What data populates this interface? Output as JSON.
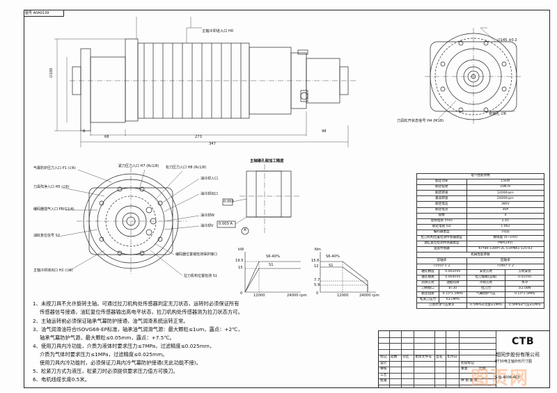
{
  "header": {
    "corner_label": "图号 A0A0139"
  },
  "top_callouts": {
    "top_port": "主轴冷却进入口 H0",
    "bottom_port": "刀具松开状态信号 H4 (M18)",
    "right_label_1": "∅145 ±0.2",
    "right_label_2": "安装孔 ∅6"
  },
  "dimensions": [
    "347",
    "273",
    "68",
    "98",
    "8",
    "∅100"
  ],
  "front_view_labels": [
    "气幕防护压力入口 P1 (∅6)",
    "刀具吹净入口 H5 (∅6)",
    "编码器插气入口 P8(G1/4)",
    "油缸复位信号 S2",
    "主轴冷却液出口 H2 (∅6)",
    "紧刀压力入口 H7 (Rc1/8)",
    "松刀压力入口 H8 (Rc1/8)",
    "油冷却入口",
    "油冷却出口",
    "油冷却W",
    "油冷却V",
    "编码器位置或检测保护接口",
    "拉刀机构位置检测 S1"
  ],
  "section_title": "主轴锥孔部加工精度",
  "section_labels": [
    "A",
    "0.003",
    "0.003 A"
  ],
  "charts": {
    "power": {
      "unit": "kW",
      "ticks": [
        "19.5",
        "15",
        "0",
        "12000",
        "24000 rpm"
      ],
      "s6": "S6-40%",
      "s1": "S1"
    },
    "torque": {
      "unit": "Nm",
      "ticks": [
        "15.6",
        "12",
        "7.7",
        "5.9",
        "0",
        "12000",
        "24000 rpm"
      ],
      "s6": "S6-40%",
      "s1": "S1"
    }
  },
  "spec_table": {
    "title": "电气性能参数",
    "rows": [
      [
        "额定功率",
        "15kW"
      ],
      [
        "额定扭矩",
        "10N.m"
      ],
      [
        "额定转速",
        "12000rpm"
      ],
      [
        "最高转速",
        "24000rpm"
      ],
      [
        "额定电压",
        "380V"
      ],
      [
        "额定电流",
        "30A"
      ],
      [
        "极数",
        "4"
      ],
      [
        "变频电感 (mH)",
        "2.45"
      ],
      [
        "额定电阻 (Ω)",
        "1.062"
      ],
      [
        "编码器类型",
        "1Vpp"
      ],
      [
        "拉刀机构位置检测传感器类型",
        "模拟量 (0~10V)"
      ],
      [
        "油缸复位检测传感器类型",
        "PNP(24V)"
      ],
      [
        "温度传感器",
        "KTY84-130/PT3C-51P/NK1-125-03"
      ]
    ],
    "mech_title": "机械性能参数",
    "bearing_head": [
      "前轴承",
      "后轴承"
    ],
    "bearing_vals": [
      "71910 × 2",
      "71907 × 2"
    ],
    "mech_rows": [
      [
        "轴孔精度",
        "0.002mm",
        "安装方式",
        "方式安装"
      ],
      [
        "轴孔端跳",
        "0.004mm",
        "拉刀端跳(压端)",
        "0.01mm"
      ],
      [
        "润滑方式",
        "油脂润滑",
        "冷却方式",
        "水冷"
      ],
      [
        "刀柄接口",
        "BT30",
        "拉刀力",
        "≥2.08N"
      ],
      [
        "额定扭矩",
        "0.15*1.5MPa",
        "气幕防护气压",
        "0.15*1.5MPa"
      ],
      [
        "松紧刀压力",
        "6±1MPa",
        "",
        ""
      ]
    ],
    "air_row": [
      "刀具吹净气压要求",
      "0.5MPa≤流量≤1MPa",
      "0.5MPa≤气压≤1MPa"
    ]
  },
  "notes": [
    "1、未按刀具不允许旋转主轴。可通过拉刀机构处传感器判定无刀状态，运转时必须保证所有",
    "传感器信号接通，油缸复位传感器输出高电平状态，拉刀机构处传感器测为拉刀状态方可。",
    "2、主轴运转前必须保证轴承气幕防护接通，油气润滑系统运转正常。",
    "3、油气润滑油符合ISOVG68-EP标准，轴承油气润滑气源：最大颗粒≤1um，露点：+2℃，",
    "轴承气幕防护气源，最大颗粒≤0.05mm，露点：+7.5℃。",
    "4、使用刀具内冷功能，介质为液体时要求压力≤7MPa，过滤精度≤0.025mm，",
    "介质为气体时要求压力≤1MPa，过滤精度≤0.025mm。",
    "使用刀具内冷功能时，必须保证刀具内冷气幕防护接通(无此功能不接)。",
    "5、松紧刀方式为液压，松紧刀时必须提供要求压力值方可换刀。",
    "6、电机线缆长度0.5米。"
  ],
  "title_block": {
    "logo": "CTB",
    "company": "超同步股份有限公司",
    "model": "BT30电主轴外形尺寸图",
    "doc_no": "S-SJ-4006-AC0",
    "watermark": "图页网",
    "row_labels": [
      "标记",
      "处数",
      "分区",
      "更改文件号",
      "签名",
      "年月日"
    ],
    "role_labels": [
      "设计",
      "审核",
      "工艺",
      "批准"
    ],
    "meta_labels": [
      "阶段标记",
      "重量",
      "比例",
      "共 张 第 张"
    ]
  }
}
